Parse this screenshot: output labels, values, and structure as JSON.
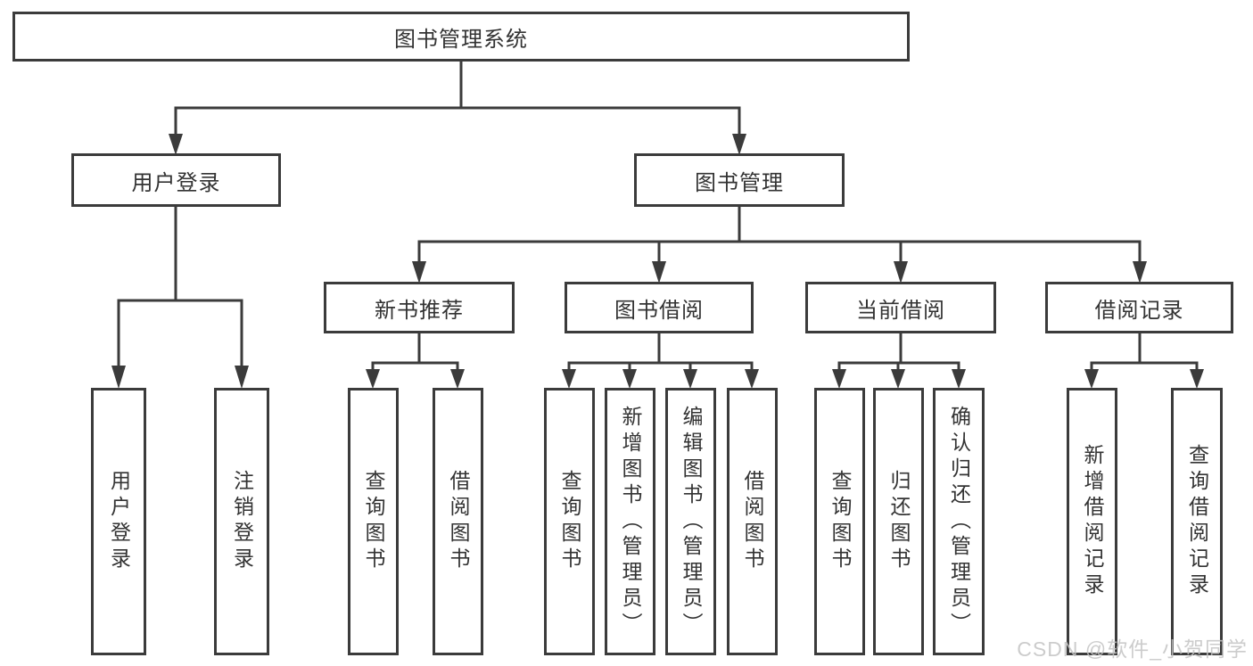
{
  "root": {
    "label": "图书管理系统"
  },
  "level2": {
    "user_login": {
      "label": "用户登录"
    },
    "book_management": {
      "label": "图书管理"
    }
  },
  "level3": {
    "new_book_recommend": {
      "label": "新书推荐"
    },
    "book_borrow": {
      "label": "图书借阅"
    },
    "current_borrow": {
      "label": "当前借阅"
    },
    "borrow_records": {
      "label": "借阅记录"
    }
  },
  "leaves": {
    "user_login": {
      "label": "用户登录"
    },
    "logout": {
      "label": "注销登录"
    },
    "nb_query_books": {
      "label": "查询图书"
    },
    "nb_borrow_books": {
      "label": "借阅图书"
    },
    "bb_query_books": {
      "label": "查询图书"
    },
    "bb_add_books_admin": {
      "label": "新增图书（管理员）"
    },
    "bb_edit_books_admin": {
      "label": "编辑图书（管理员）"
    },
    "bb_borrow_books": {
      "label": "借阅图书"
    },
    "cb_query_books": {
      "label": "查询图书"
    },
    "cb_return_books": {
      "label": "归还图书"
    },
    "cb_confirm_return_admin": {
      "label": "确认归还（管理员）"
    },
    "br_add_record": {
      "label": "新增借阅记录"
    },
    "br_query_record": {
      "label": "查询借阅记录"
    }
  },
  "watermark": {
    "text": "CSDN @软件_小贺同学"
  },
  "colors": {
    "line": "#3b3b3b",
    "box_border": "#3b3b3b",
    "text": "#333333",
    "watermark": "#c3c3c3",
    "background": "#ffffff"
  }
}
